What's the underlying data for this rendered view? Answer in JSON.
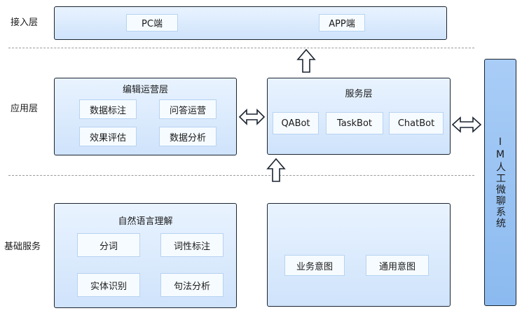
{
  "layers": {
    "access": "接入层",
    "application": "应用层",
    "foundation": "基础服务"
  },
  "access_panel": {
    "pc": "PC端",
    "app": "APP端"
  },
  "edit_ops": {
    "title": "编辑运营层",
    "items": [
      "数据标注",
      "问答运营",
      "效果评估",
      "数据分析"
    ]
  },
  "service_layer": {
    "title": "服务层",
    "items": [
      "QABot",
      "TaskBot",
      "ChatBot"
    ]
  },
  "nlu": {
    "title": "自然语言理解",
    "items": [
      "分词",
      "词性标注",
      "实体识别",
      "句法分析"
    ]
  },
  "intent": {
    "items": [
      "业务意图",
      "通用意图"
    ]
  },
  "im_system": "IM人工微聊系统"
}
